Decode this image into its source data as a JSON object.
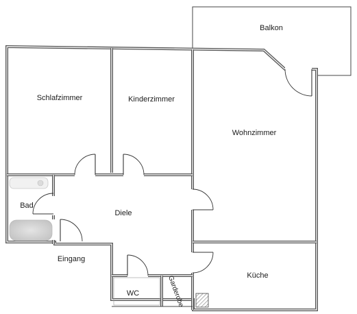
{
  "rooms": {
    "balkon": "Balkon",
    "schlafzimmer": "Schlafzimmer",
    "kinderzimmer": "Kinderzimmer",
    "wohnzimmer": "Wohnzimmer",
    "bad": "Bad",
    "diele": "Diele",
    "eingang": "Eingang",
    "kueche": "Küche",
    "wc": "WC",
    "garderobe": "Garderobe"
  }
}
